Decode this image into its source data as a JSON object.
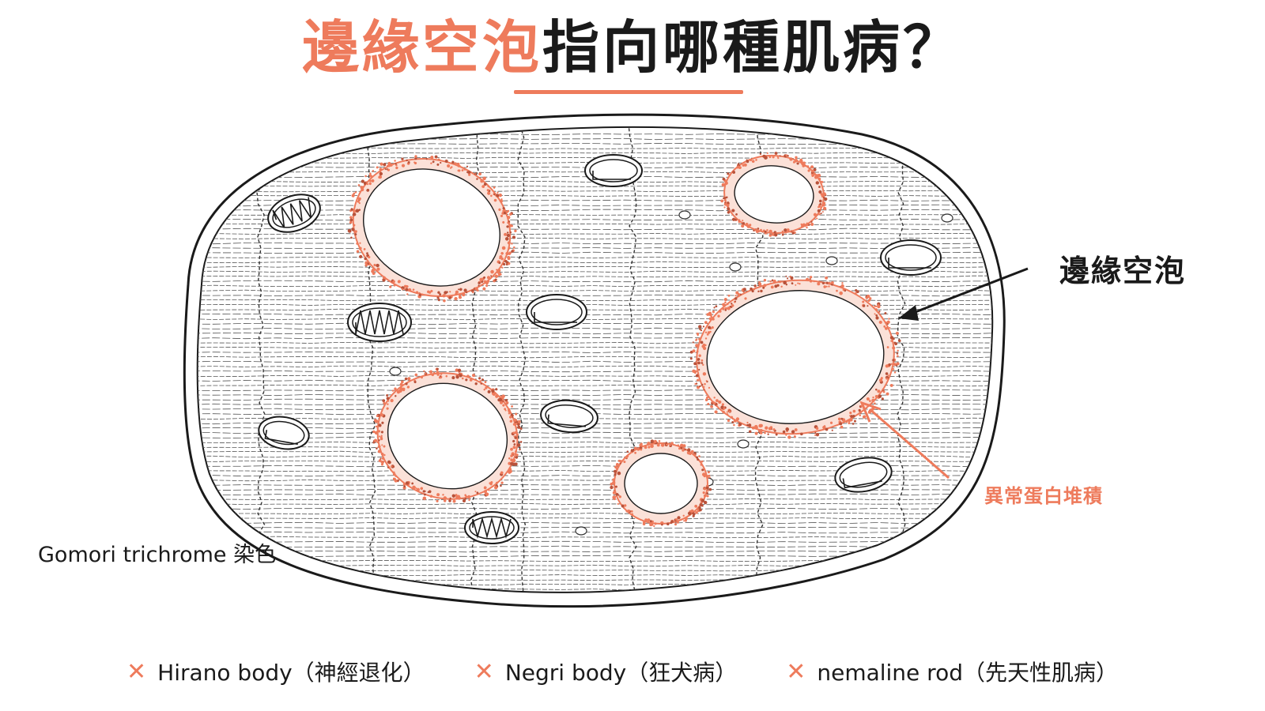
{
  "title": {
    "highlight": "邊緣空泡",
    "rest": "指向哪種肌病？"
  },
  "labels": {
    "vacuole": "邊緣空泡",
    "protein": "異常蛋白堆積",
    "stain": "Gomori trichrome 染色"
  },
  "options": [
    {
      "icon": "cross-icon",
      "mark": "✕",
      "text": "Hirano body（神經退化）"
    },
    {
      "icon": "cross-icon",
      "mark": "✕",
      "text": "Negri body（狂犬病）"
    },
    {
      "icon": "cross-icon",
      "mark": "✕",
      "text": "nemaline rod（先天性肌病）"
    }
  ],
  "colors": {
    "accent": "#ee7b5c",
    "ink": "#1a1a1a"
  }
}
